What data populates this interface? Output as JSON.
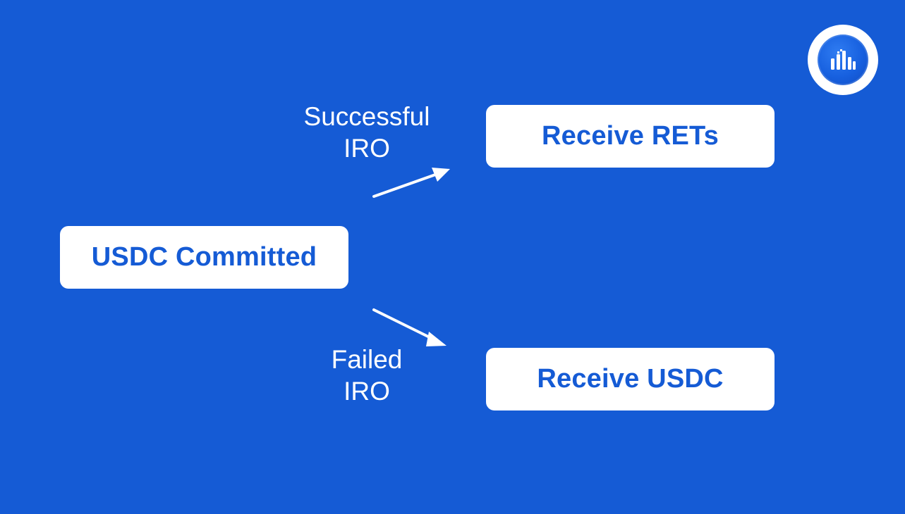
{
  "diagram": {
    "start_node": {
      "label": "USDC Committed"
    },
    "success_branch": {
      "edge_label_line1": "Successful",
      "edge_label_line2": "IRO",
      "target_label": "Receive RETs"
    },
    "failed_branch": {
      "edge_label_line1": "Failed",
      "edge_label_line2": "IRO",
      "target_label": "Receive USDC"
    }
  },
  "logo": {
    "icon": "building-chart-icon"
  },
  "colors": {
    "background": "#155bd5",
    "node_fill": "#ffffff",
    "node_text": "#155bd5",
    "edge": "#ffffff"
  }
}
